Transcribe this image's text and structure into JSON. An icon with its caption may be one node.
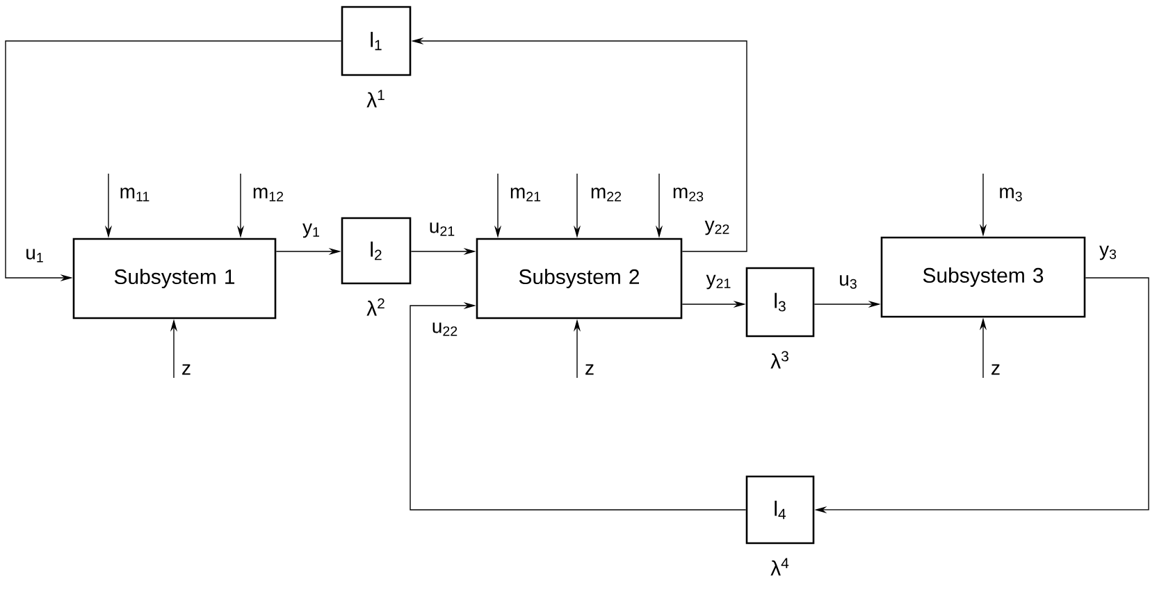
{
  "diagram": {
    "nodes": [
      {
        "text": [
          "Subsystem 1"
        ]
      },
      {
        "text": [
          "Subsystem 2"
        ]
      },
      {
        "text": [
          "Subsystem 3"
        ]
      },
      {
        "text": [
          "l$_{1}$"
        ],
        "beside": [
          "λ$^{1}$"
        ]
      },
      {
        "text": [
          "l$_{2}$"
        ],
        "beside": [
          "λ$^{2}$"
        ]
      },
      {
        "text": [
          "l$_{3}$"
        ],
        "beside": [
          "λ$^{3}$"
        ]
      },
      {
        "text": [
          "l$_{4}$"
        ],
        "beside": [
          "λ$^{4}$"
        ]
      }
    ],
    "edges": [
      {
        "from": 3,
        "to": 0,
        "arrow": "to",
        "label": "u$_{1}$"
      },
      {
        "from": 0,
        "to": 4,
        "arrow": "to",
        "label": "y$_{1}$"
      },
      {
        "from": 4,
        "to": 1,
        "arrow": "to",
        "label": "u$_{21}$"
      },
      {
        "from": 1,
        "to": 3,
        "arrow": "to",
        "label": "y$_{22}$"
      },
      {
        "from": 1,
        "to": 5,
        "arrow": "to",
        "label": "y$_{21}$"
      },
      {
        "from": 5,
        "to": 2,
        "arrow": "to",
        "label": "u$_{3}$"
      },
      {
        "from": 2,
        "to": 6,
        "arrow": "to",
        "label": "y$_{3}$"
      },
      {
        "from": 6,
        "to": 1,
        "arrow": "to",
        "label": "u$_{22}$"
      },
      {
        "from": null,
        "to": 0,
        "arrow": "to",
        "label": "m$_{11}$"
      },
      {
        "from": null,
        "to": 0,
        "arrow": "to",
        "label": "m$_{12}$"
      },
      {
        "from": null,
        "to": 0,
        "arrow": "to",
        "label": "z"
      },
      {
        "from": null,
        "to": 1,
        "arrow": "to",
        "label": "m$_{21}$"
      },
      {
        "from": null,
        "to": 1,
        "arrow": "to",
        "label": "m$_{22}$"
      },
      {
        "from": null,
        "to": 1,
        "arrow": "to",
        "label": "m$_{23}$"
      },
      {
        "from": null,
        "to": 1,
        "arrow": "to",
        "label": "z"
      },
      {
        "from": null,
        "to": 2,
        "arrow": "to",
        "label": "m$_{3}$"
      },
      {
        "from": null,
        "to": 2,
        "arrow": "to",
        "label": "z"
      }
    ]
  }
}
